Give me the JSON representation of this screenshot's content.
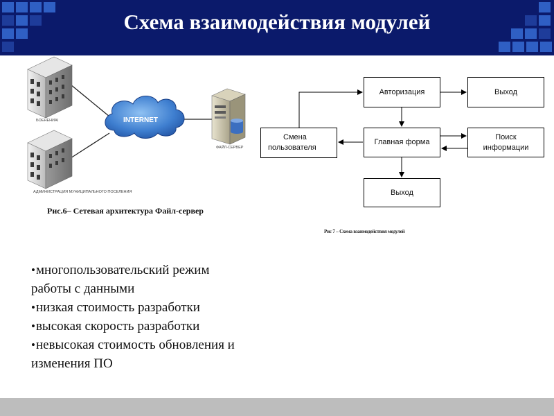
{
  "header": {
    "title": "Схема взаимодействия модулей"
  },
  "network": {
    "client1_label": "БОЕНЕНИАІ",
    "client2_label": "АДМИНИСТРАЦИЯ МУНИЦИПАЛЬНОГО ПОСЕЛЕНИЯ",
    "cloud_label": "INTERNET",
    "server_label": "ФАЙЛ-СЕРВЕР",
    "caption": "Рис.6– Сетевая архитектура Файл-сервер"
  },
  "flowchart": {
    "boxes": {
      "auth": "Авторизация",
      "exit_top": "Выход",
      "change_user_line1": "Смена",
      "change_user_line2": "пользователя",
      "main_form": "Главная форма",
      "search_line1": "Поиск",
      "search_line2": "информации",
      "exit_bottom": "Выход"
    },
    "caption": "Рис 7 – Схема взаимодействия модулей"
  },
  "bullets": [
    {
      "line1": "многопользовательский режим",
      "line2": "работы с данными"
    },
    {
      "line1": "низкая стоимость разработки",
      "line2": ""
    },
    {
      "line1": "высокая скорость разработки",
      "line2": ""
    },
    {
      "line1": "невысокая стоимость обновления и",
      "line2": "изменения ПО"
    }
  ],
  "colors": {
    "header_bg": "#0b1a6b",
    "square_accent": "#2f5fc4",
    "cloud": "#3f7fd0",
    "footer": "#bdbdbd"
  },
  "icons": {
    "client1": "building-icon",
    "client2": "building-icon",
    "cloud": "cloud-icon",
    "server": "server-icon"
  }
}
